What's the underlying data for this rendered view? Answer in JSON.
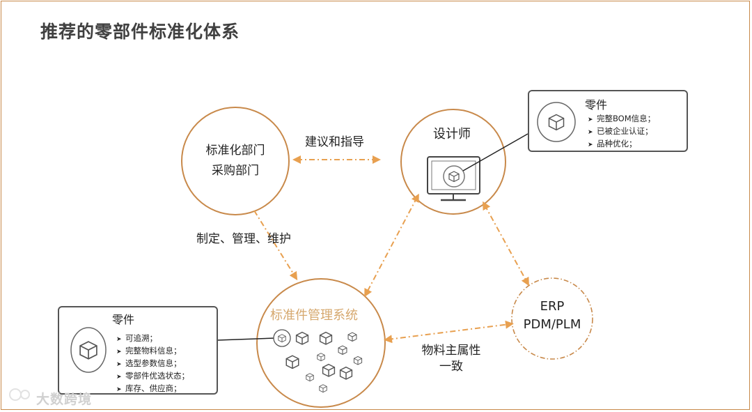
{
  "title": "推荐的零部件标准化体系",
  "nodes": {
    "std_dept": [
      "标准化部门",
      "采购部门"
    ],
    "designer": "设计师",
    "system": "标准件管理系统",
    "erp": [
      "ERP",
      "PDM/PLM"
    ]
  },
  "edges": {
    "advise": "建议和指导",
    "maintain": "制定、管理、维护",
    "consistent": [
      "物料主属性",
      "一致"
    ]
  },
  "callout_top": {
    "title": "零件",
    "items": [
      "完整BOM信息；",
      "已被企业认证；",
      "品种优化；"
    ]
  },
  "callout_left": {
    "title": "零件",
    "items": [
      "可追溯；",
      "完整物料信息；",
      "选型参数信息；",
      "零部件优选状态；",
      "库存、供应商；"
    ]
  },
  "watermark": "大数跨境",
  "colors": {
    "accent": "#c8894a",
    "arrow": "#e8a050",
    "system_text": "#d6a86e",
    "callout_border": "#555555"
  }
}
